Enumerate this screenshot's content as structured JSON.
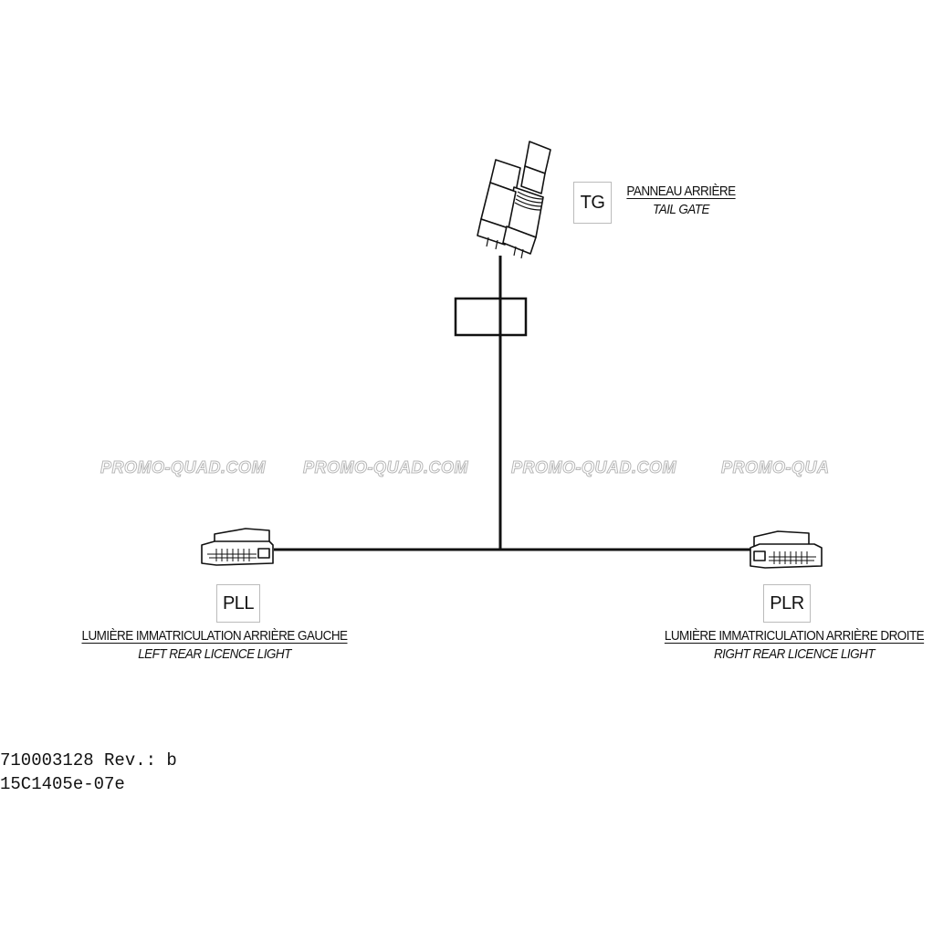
{
  "connectors": {
    "tg": {
      "code": "TG",
      "label_fr": "PANNEAU ARRIÈRE",
      "label_en": "TAIL GATE",
      "icon": "sealed-connector-icon"
    },
    "pll": {
      "code": "PLL",
      "label_fr": "LUMIÈRE IMMATRICULATION ARRIÈRE GAUCHE",
      "label_en": "LEFT REAR LICENCE LIGHT",
      "icon": "flat-connector-icon"
    },
    "plr": {
      "code": "PLR",
      "label_fr": "LUMIÈRE IMMATRICULATION ARRIÈRE DROITE",
      "label_en": "RIGHT REAR LICENCE LIGHT",
      "icon": "flat-connector-icon"
    }
  },
  "watermarks": [
    "PROMO-QUAD.COM",
    "PROMO-QUAD.COM",
    "PROMO-QUAD.COM",
    "PROMO-QUA"
  ],
  "document": {
    "part_number_line": "710003128 Rev.: b",
    "drawing_code": "15C1405e-07e"
  }
}
